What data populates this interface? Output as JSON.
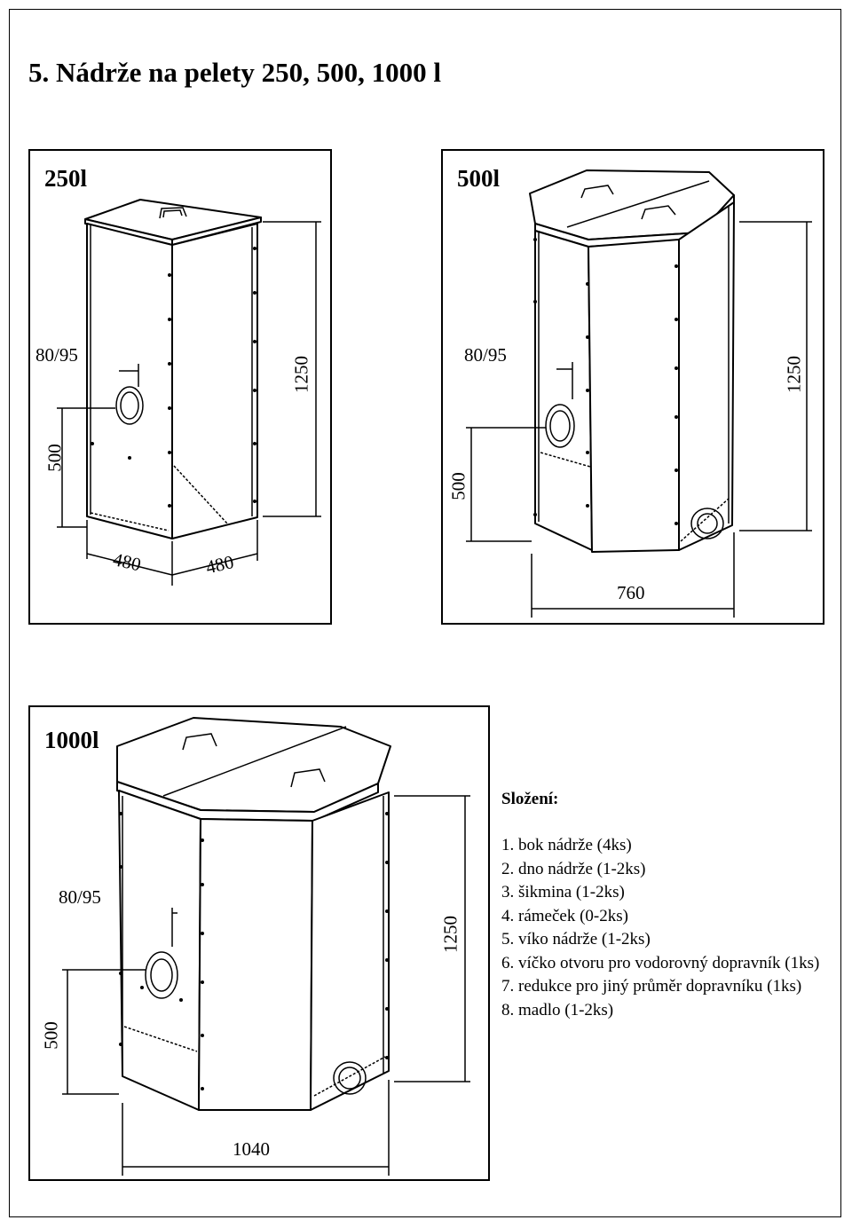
{
  "title": "5. Nádrže na pelety 250, 500, 1000 l",
  "panels": {
    "p250": {
      "title": "250l",
      "dims": {
        "flange": "80/95",
        "height": "1250",
        "outlet_height": "500",
        "width_a": "480",
        "width_b": "480"
      }
    },
    "p500": {
      "title": "500l",
      "dims": {
        "flange": "80/95",
        "height": "1250",
        "outlet_height": "500",
        "width": "760"
      }
    },
    "p1000": {
      "title": "1000l",
      "dims": {
        "flange": "80/95",
        "height": "1250",
        "outlet_height": "500",
        "width": "1040"
      }
    }
  },
  "composition": {
    "title": "Složení:",
    "items": [
      "1. bok nádrže (4ks)",
      "2. dno nádrže (1-2ks)",
      "3. šikmina (1-2ks)",
      "4. rámeček (0-2ks)",
      "5. víko nádrže (1-2ks)",
      "6. víčko otvoru pro vodorovný dopravník (1ks)",
      "7. redukce pro jiný průměr dopravníku (1ks)",
      "8. madlo (1-2ks)"
    ]
  }
}
